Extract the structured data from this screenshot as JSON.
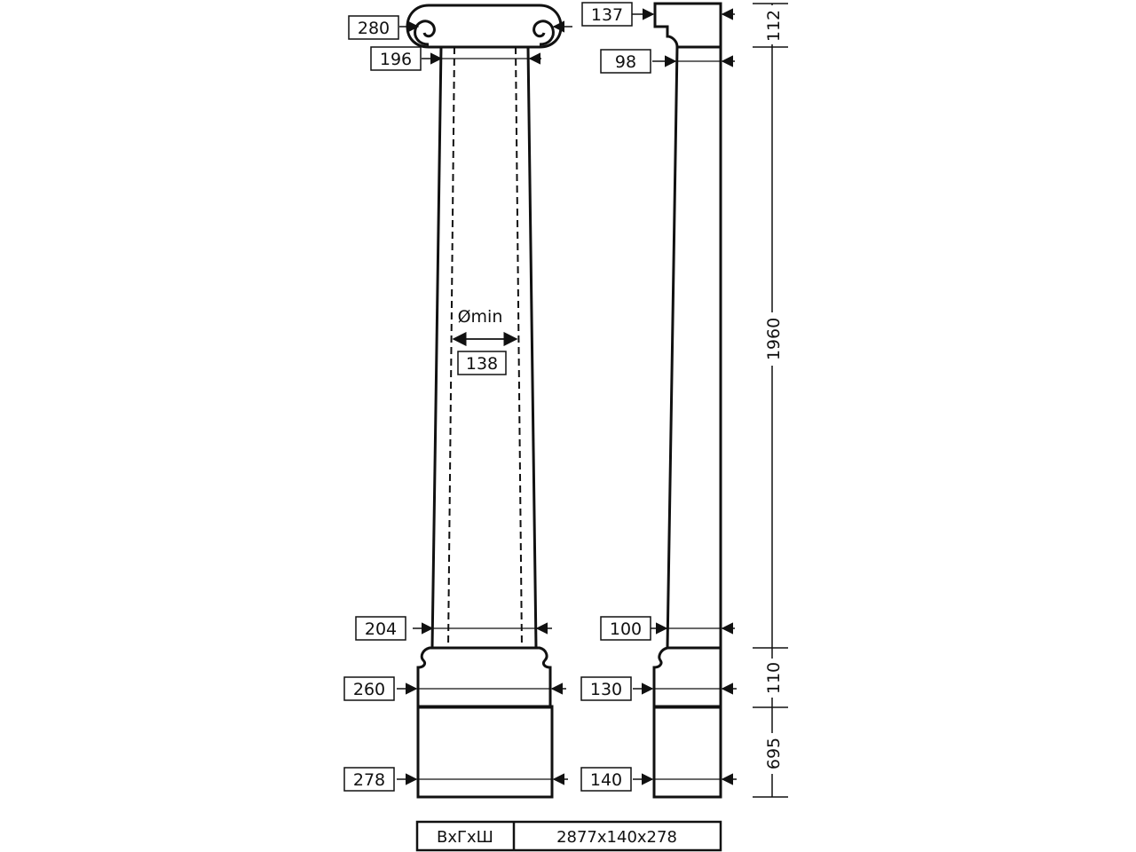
{
  "front_view": {
    "capital_width": "280",
    "neck_width": "196",
    "min_diameter_label": "Ømin",
    "min_diameter_value": "138",
    "shaft_bottom_width": "204",
    "plinth_upper_width": "260",
    "plinth_lower_width": "278"
  },
  "side_view": {
    "capital_depth": "137",
    "neck_depth": "98",
    "shaft_bottom_depth": "100",
    "plinth_upper_depth": "130",
    "plinth_lower_depth": "140"
  },
  "heights": {
    "capital": "112",
    "shaft": "1960",
    "base_molding": "110",
    "plinth": "695"
  },
  "overall": {
    "header": "ВхГхШ",
    "value": "2877x140x278"
  }
}
